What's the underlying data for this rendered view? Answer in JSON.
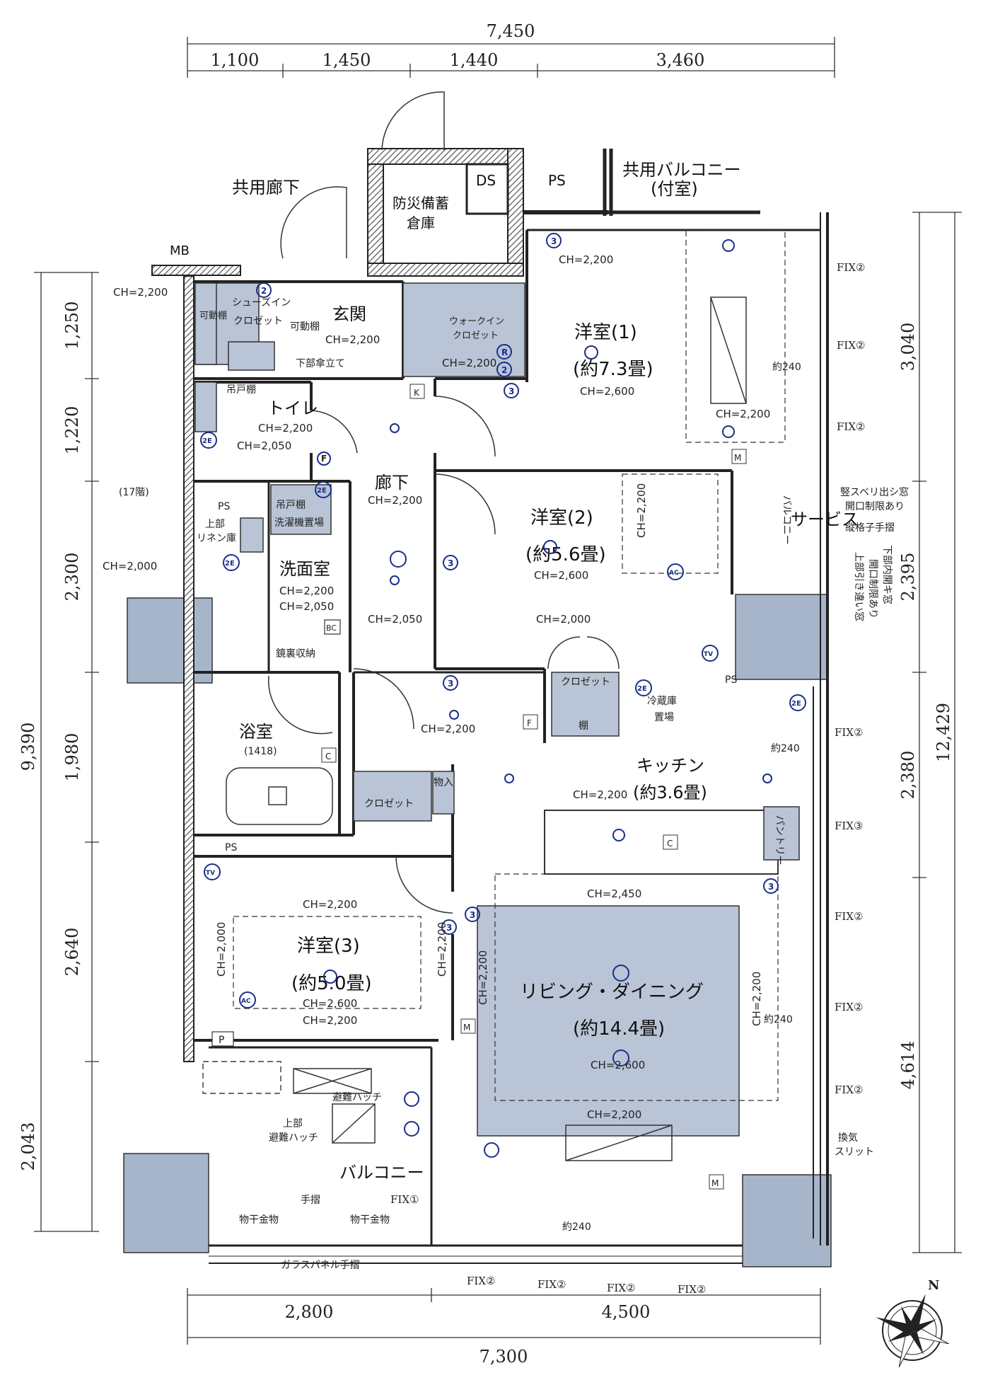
{
  "dimensions": {
    "top_total": "7,450",
    "top_segments": [
      "1,100",
      "1,450",
      "1,440",
      "3,460"
    ],
    "bottom_total": "7,300",
    "bottom_segments": [
      "2,800",
      "4,500"
    ],
    "left_total": "9,390",
    "left_segments": [
      "1,250",
      "1,220",
      "2,300",
      "1,980",
      "2,640",
      "2,043"
    ],
    "right_total": "12,429",
    "right_segments": [
      "3,040",
      "2,395",
      "2,380",
      "4,614"
    ]
  },
  "rooms": {
    "common_corridor": "共用廊下",
    "mb": "MB",
    "disaster_storage_1": "防災備蓄",
    "disaster_storage_2": "倉庫",
    "ds": "DS",
    "ps_top": "PS",
    "common_balcony_1": "共用バルコニー",
    "common_balcony_2": "(付室)",
    "entrance": "玄関",
    "entrance_ch": "CH=2,200",
    "shoe_in_closet_1": "シューズイン",
    "shoe_in_closet_2": "クロゼット",
    "movable_shelf_left": "可動棚",
    "movable_shelf": "可動棚",
    "umbrella": "下部傘立て",
    "walk_in_1": "ウォークイン",
    "walk_in_2": "クロゼット",
    "walk_in_ch": "CH=2,200",
    "western1": "洋室(1)",
    "western1_size": "(約7.3畳)",
    "western1_ch": "CH=2,600",
    "toilet": "トイレ",
    "toilet_ch1": "CH=2,200",
    "toilet_ch2": "CH=2,050",
    "hanging_shelf": "吊戸棚",
    "floor17": "(17階)",
    "corridor": "廊下",
    "corridor_ch": "CH=2,200",
    "western2": "洋室(2)",
    "western2_size": "(約5.6畳)",
    "western2_ch": "CH=2,600",
    "ps_wash": "PS",
    "hanging_shelf2": "吊戸棚",
    "washer_space": "洗濯機置場",
    "linen_1": "上部",
    "linen_2": "リネン庫",
    "washroom": "洗面室",
    "washroom_ch1": "CH=2,200",
    "washroom_ch2": "CH=2,050",
    "mirror_storage": "鏡裏収納",
    "bc": "BC",
    "hall_ch": "CH=2,050",
    "western2_lower_ch": "CH=2,000",
    "service_balcony_1": "サービス",
    "service_balcony_2": "バルコニー",
    "slide_window_1": "竪スベリ出シ窓",
    "slide_window_2": "開口制限あり",
    "vertical_rail": "縦格子手摺",
    "lower_window_1": "下部内開キ窓",
    "lower_window_2": "開口制限あり",
    "lower_window_3": "上部引き違い窓",
    "bath": "浴室",
    "bath_size": "(1418)",
    "closet_mid": "クロゼット",
    "shelf": "棚",
    "fridge_1": "冷蔵庫",
    "fridge_2": "置場",
    "ps_kitchen": "PS",
    "corridor2_ch": "CH=2,200",
    "kitchen": "キッチン",
    "kitchen_ch": "CH=2,200",
    "kitchen_size": "(約3.6畳)",
    "pantry": "パントリー",
    "storage": "物入",
    "closet_hall": "クロゼット",
    "ps_bath": "PS",
    "western3": "洋室(3)",
    "western3_size": "(約5.0畳)",
    "western3_ch_top": "CH=2,200",
    "western3_ch": "CH=2,600",
    "western3_ch_bottom": "CH=2,200",
    "western3_ch_left": "CH=2,000",
    "western3_ch_right": "CH=2,200",
    "living": "リビング・ダイニング",
    "living_size": "(約14.4畳)",
    "living_ch": "CH=2,600",
    "living_ch_top": "CH=2,450",
    "living_ch_left": "CH=2,200",
    "living_ch_right": "CH=2,200",
    "living_ch_bottom": "CH=2,200",
    "balcony": "バルコニー",
    "evac_1": "上部",
    "evac_2": "避難ハッチ",
    "evac_hatch": "避難ハッチ",
    "handrail": "手摺",
    "dry_rack1": "物干金物",
    "dry_rack2": "物干金物",
    "glass_handrail": "ガラスパネル手摺",
    "vent_1": "換気",
    "vent_2": "スリット",
    "wall240_1": "約240",
    "wall240_2": "約240",
    "wall240_3": "約240",
    "wall240_4": "約240",
    "ch_top_w1": "CH=2,200",
    "ch_w1_right": "CH=2,200",
    "ch_shoe": "CH=2,200",
    "ch_w2_left": "CH=2,200",
    "ch_kitchen_left": "CH=2,000",
    "p_box": "P"
  },
  "fix_labels": {
    "r1": "FIX②",
    "r2": "FIX②",
    "r3": "FIX②",
    "r4": "FIX②",
    "r5": "FIX③",
    "r6": "FIX②",
    "r7": "FIX②",
    "r8": "FIX②",
    "balc": "FIX①",
    "b1": "FIX②",
    "b2": "FIX②",
    "b3": "FIX②",
    "b4": "FIX②"
  },
  "markers": {
    "k": "K",
    "f1": "F",
    "f2": "F",
    "m1": "M",
    "m2": "M",
    "m3": "M",
    "c1": "C",
    "c2": "C",
    "tv1": "TV",
    "tv2": "TV",
    "ac1": "AC",
    "ac2": "AC",
    "e1": "2E",
    "e2": "2E",
    "e3": "2E",
    "e4": "2E",
    "e5": "2E",
    "n3a": "3",
    "n3b": "3",
    "n3c": "3",
    "n3d": "3",
    "n3e": "3",
    "n3f": "3",
    "n3g": "3",
    "n2a": "2",
    "n2b": "2",
    "r": "R"
  },
  "compass": {
    "north": "N"
  }
}
